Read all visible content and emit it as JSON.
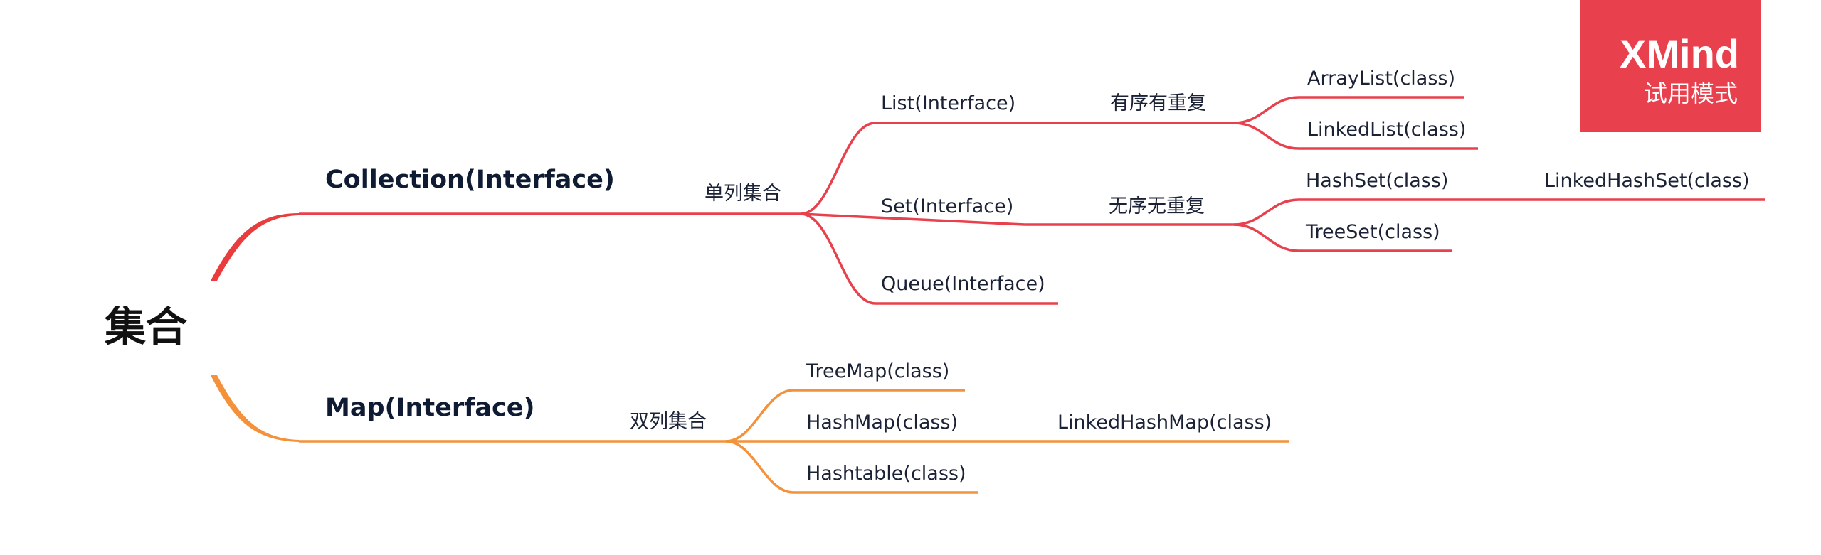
{
  "root": "集合",
  "watermark": {
    "title": "XMind",
    "subtitle": "试用模式"
  },
  "colors": {
    "red_branch": "#e8414d",
    "orange_branch": "#f3923b",
    "root_red": "#ea3c3c",
    "text": "#1b2236"
  },
  "collection": {
    "label": "Collection(Interface)",
    "group": "单列集合",
    "list": {
      "label": "List(Interface)",
      "trait": "有序有重复",
      "children": [
        "ArrayList(class)",
        "LinkedList(class)"
      ]
    },
    "set": {
      "label": "Set(Interface)",
      "trait": "无序无重复",
      "children": [
        "HashSet(class)",
        "TreeSet(class)"
      ],
      "hashset_child": "LinkedHashSet(class)"
    },
    "queue": {
      "label": "Queue(Interface)"
    }
  },
  "map": {
    "label": "Map(Interface)",
    "group": "双列集合",
    "children": [
      "TreeMap(class)",
      "HashMap(class)",
      "Hashtable(class)"
    ],
    "hashmap_child": "LinkedHashMap(class)"
  }
}
